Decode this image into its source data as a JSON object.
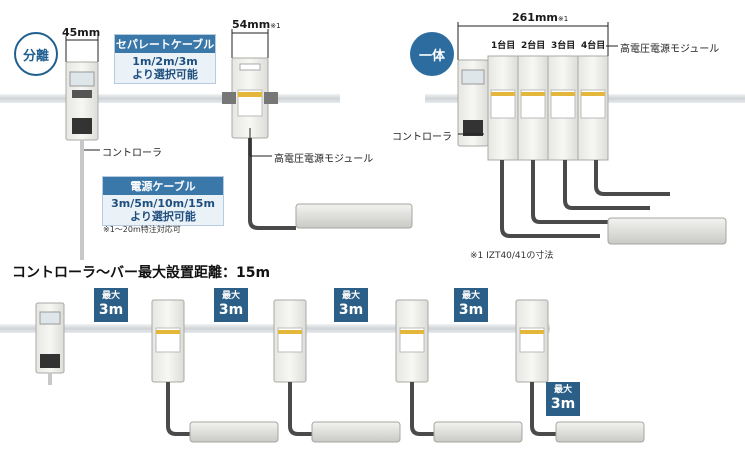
{
  "top_left": {
    "badge": "分離",
    "width_controller": "45mm",
    "width_module": "54mm",
    "width_module_sup": "※1",
    "separate_cable": {
      "title": "セパレートケーブル",
      "lines": [
        "1m/2m/3m",
        "より選択可能"
      ]
    },
    "power_cable": {
      "title": "電源ケーブル",
      "lines": [
        "3m/5m/10m/15m",
        "より選択可能"
      ],
      "note": "※1～20m特注対応可"
    },
    "label_controller": "コントローラ",
    "label_module": "高電圧電源モジュール"
  },
  "top_right": {
    "badge": "一体",
    "width_total": "261mm",
    "width_total_sup": "※1",
    "unit_labels": [
      "1台目",
      "2台目",
      "3台目",
      "4台目"
    ],
    "label_module": "高電圧電源モジュール",
    "label_controller": "コントローラ",
    "footnote": "※1 IZT40/41の寸法"
  },
  "bottom": {
    "heading": "コントローラ～バー最大設置距離：15m",
    "distances": [
      {
        "top": "最大",
        "value": "3m"
      },
      {
        "top": "最大",
        "value": "3m"
      },
      {
        "top": "最大",
        "value": "3m"
      },
      {
        "top": "最大",
        "value": "3m"
      },
      {
        "top": "最大",
        "value": "3m"
      }
    ]
  },
  "colors": {
    "accent": "#2b5f88",
    "callout_header": "#3b78aa",
    "cable_dark": "#4a4a4a",
    "rail": "#d9dde0"
  },
  "icons": [
    "controller-device",
    "high-voltage-module",
    "ionizer-bar"
  ]
}
